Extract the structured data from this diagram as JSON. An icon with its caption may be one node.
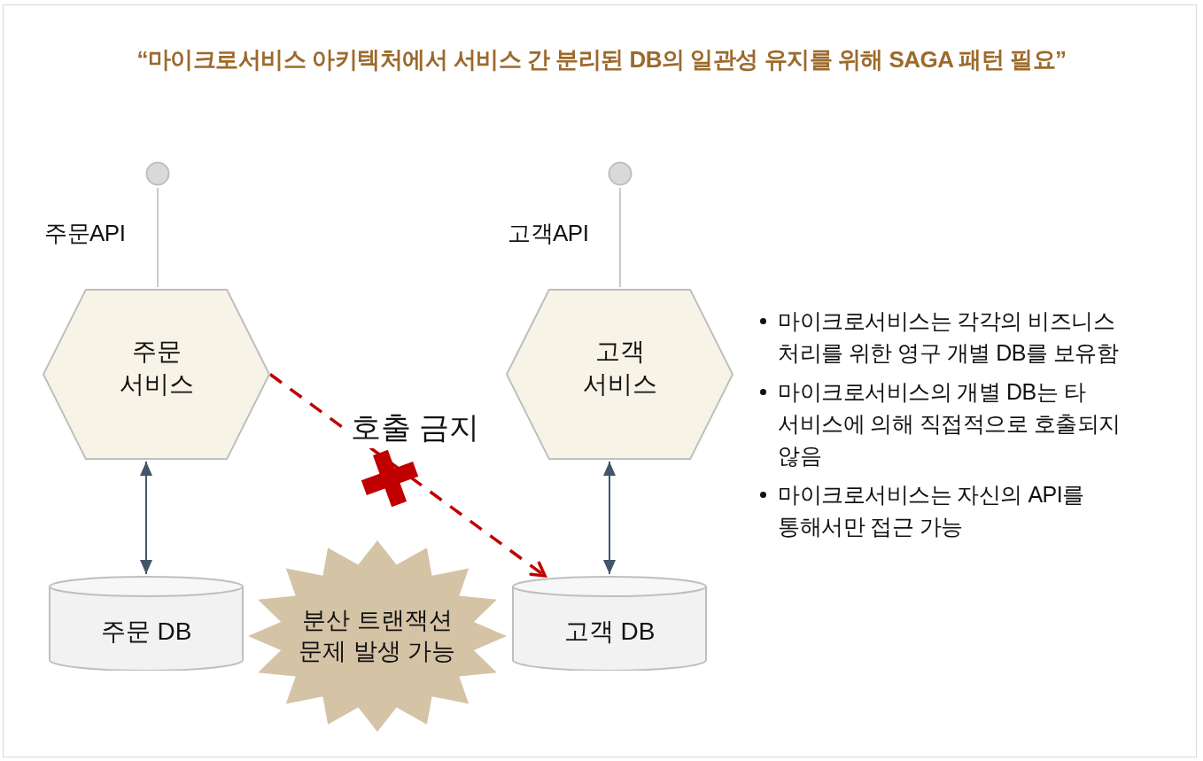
{
  "diagram": {
    "title": "“마이크로서비스 아키텍처에서 서비스 간 분리된 DB의 일관성 유지를 위해 SAGA 패턴 필요”",
    "nodes": [
      {
        "text": [],
        "shape": "circle",
        "beside": [
          "주문API"
        ]
      },
      {
        "text": [
          "주문 서비스"
        ]
      },
      {
        "text": [],
        "shape": "circle",
        "beside": [
          "고객API"
        ]
      },
      {
        "text": [
          "고객 서비스"
        ]
      },
      {
        "text": [
          "주문 DB"
        ]
      },
      {
        "text": [
          "분산 트랜잭션 문제 발생 가능"
        ]
      },
      {
        "text": [
          "고객 DB"
        ]
      }
    ],
    "edges": [
      {
        "from": 0,
        "to": 1,
        "arrow": "none",
        "color": "#a6a6a6"
      },
      {
        "from": 1,
        "to": 4,
        "arrow": "both",
        "color": "#44546a"
      },
      {
        "from": 1,
        "to": 6,
        "arrow": "to",
        "label": "호출 금지",
        "style": "dashed",
        "color": "#c00000"
      },
      {
        "from": 2,
        "to": 3,
        "arrow": "none",
        "color": "#a6a6a6"
      },
      {
        "from": 3,
        "to": 6,
        "arrow": "both",
        "color": "#44546a"
      }
    ],
    "labels": [
      "마이크로서비스는 각각의 비즈니스 처리를 위한 영구 개별 DB를 보유함",
      "마이크로서비스의 개별 DB는 타 서비스에 의해 직접적으로 호출되지 않음",
      "마이크로서비스는 자신의 API를 통해서만 접근 가능"
    ]
  }
}
